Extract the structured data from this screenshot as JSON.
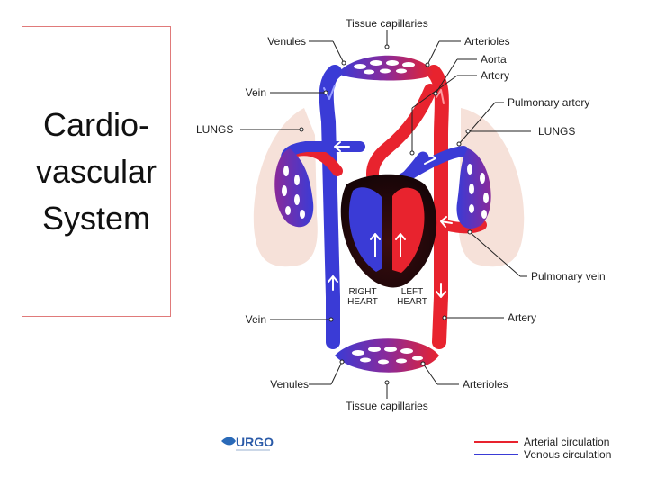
{
  "slide": {
    "title_lines": [
      "Cardio-",
      "vascular",
      "System"
    ]
  },
  "diagram": {
    "labels": {
      "tissue_capillaries_top": "Tissue capillaries",
      "venules_top": "Venules",
      "arterioles_top": "Arterioles",
      "aorta": "Aorta",
      "artery_top": "Artery",
      "vein_top": "Vein",
      "pulmonary_artery": "Pulmonary artery",
      "lungs_left": "LUNGS",
      "lungs_right": "LUNGS",
      "pulmonary_vein": "Pulmonary vein",
      "vein_bottom": "Vein",
      "artery_bottom": "Artery",
      "venules_bottom": "Venules",
      "arterioles_bottom": "Arterioles",
      "tissue_capillaries_bottom": "Tissue capillaries",
      "right_heart_line1": "RIGHT",
      "right_heart_line2": "HEART",
      "left_heart_line1": "LEFT",
      "left_heart_line2": "HEART"
    },
    "legend": {
      "arterial": "Arterial circulation",
      "venous": "Venous circulation"
    },
    "logo_text": "URGO",
    "colors": {
      "arterial": "#e8232e",
      "venous": "#3a3bd6",
      "capillary": "#8a2a9a",
      "lung": "#f6e1d9"
    }
  }
}
